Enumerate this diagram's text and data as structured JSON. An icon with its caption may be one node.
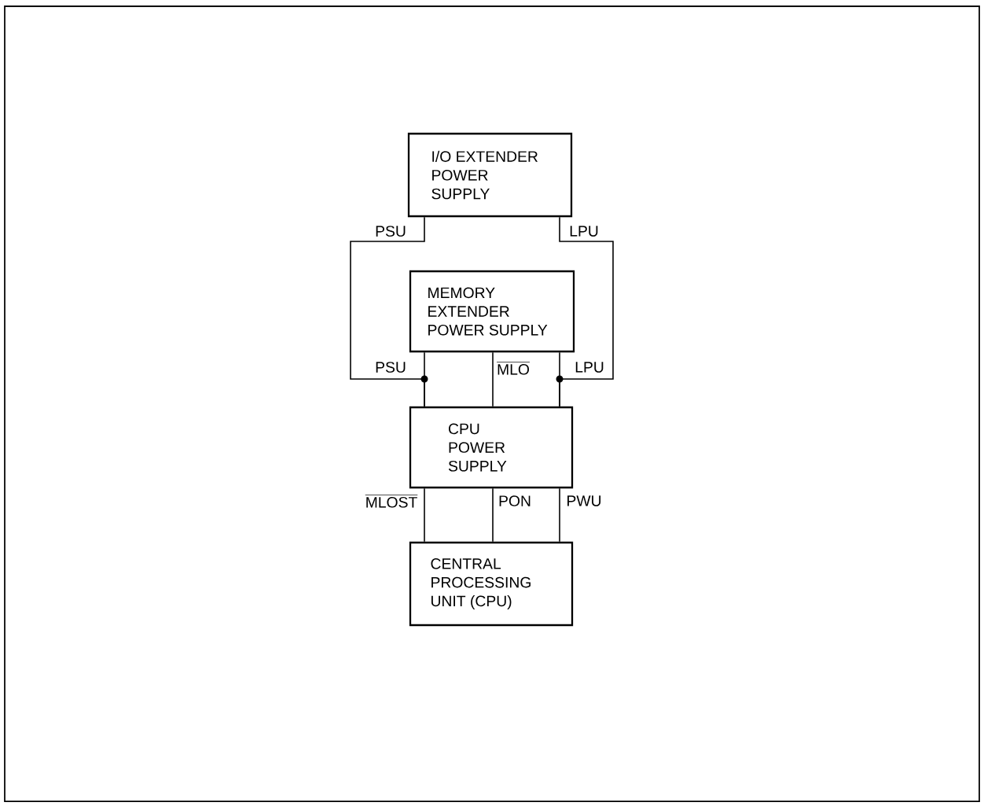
{
  "diagram": {
    "nodes": [
      {
        "text": [
          "I/O EXTENDER POWER SUPPLY"
        ]
      },
      {
        "text": [
          "MEMORY EXTENDER POWER SUPPLY"
        ]
      },
      {
        "text": [
          "CPU POWER SUPPLY"
        ]
      },
      {
        "text": [
          "CENTRAL PROCESSING UNIT (CPU)"
        ]
      }
    ],
    "edges": [
      {
        "from": 0,
        "to": 2,
        "arrow": "none",
        "label": "PSU"
      },
      {
        "from": 1,
        "to": 2,
        "arrow": "none",
        "label": "PSU"
      },
      {
        "from": 1,
        "to": 2,
        "arrow": "none",
        "label": "MLO"
      },
      {
        "from": 0,
        "to": 2,
        "arrow": "none",
        "label": "LPU"
      },
      {
        "from": 1,
        "to": 2,
        "arrow": "none",
        "label": "LPU"
      },
      {
        "from": 2,
        "to": 3,
        "arrow": "none",
        "label": "MLOST"
      },
      {
        "from": 2,
        "to": 3,
        "arrow": "none",
        "label": "PON"
      },
      {
        "from": 2,
        "to": 3,
        "arrow": "none",
        "label": "PWU"
      }
    ]
  }
}
